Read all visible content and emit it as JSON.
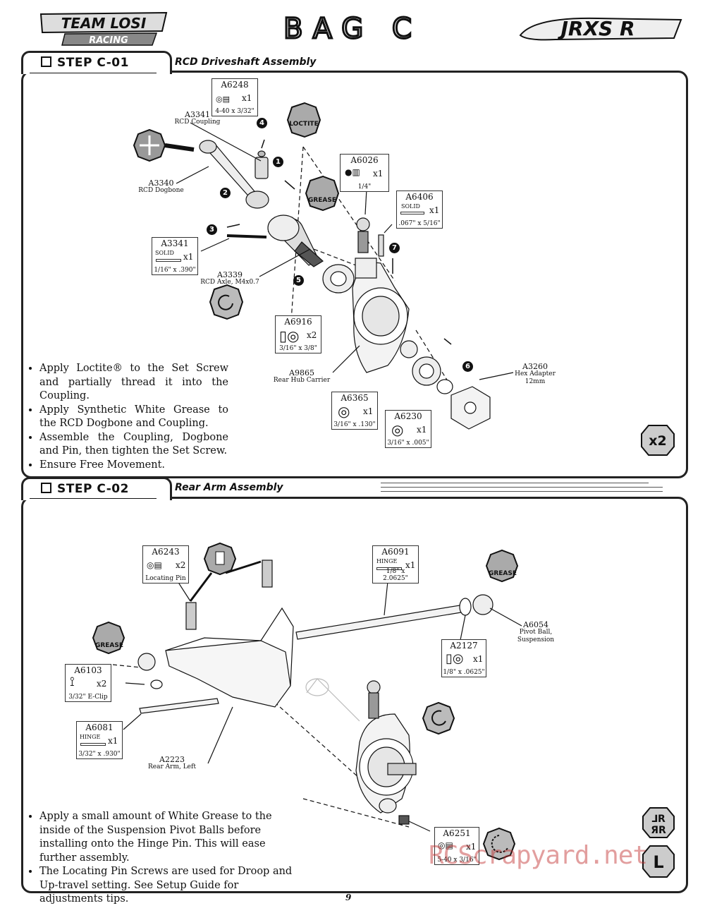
{
  "header": {
    "brand_top": "TEAM LOSI",
    "brand_bottom": "RACING",
    "bag_title": "BAG C",
    "model_logo": "JRXS R"
  },
  "step1": {
    "title": "STEP C-01",
    "subtitle": "RCD Driveshaft Assembly",
    "parts": [
      {
        "pn": "A6248",
        "qty": "x1",
        "size": "4-40 x 3/32\""
      },
      {
        "pn": "A6026",
        "qty": "x1",
        "size": "1/4\""
      },
      {
        "pn": "A6406",
        "tag": "SOLID",
        "qty": "x1",
        "size": ".067\" x 5/16\""
      },
      {
        "pn": "A3341",
        "tag": "SOLID",
        "qty": "x1",
        "size": "1/16\" x .390\""
      },
      {
        "pn": "A6916",
        "qty": "x2",
        "size": "3/16\" x 3/8\""
      },
      {
        "pn": "A6365",
        "qty": "x1",
        "size": "3/16\" x .130\""
      },
      {
        "pn": "A6230",
        "qty": "x1",
        "size": "3/16\" x .005\""
      }
    ],
    "labels": {
      "coupling_pn": "A3341",
      "coupling_name": "RCD Coupling",
      "dogbone_pn": "A3340",
      "dogbone_name": "RCD Dogbone",
      "axle_pn": "A3339",
      "axle_name": "RCD Axle, M4x0.7",
      "carrier_pn": "A9865",
      "carrier_name": "Rear Hub Carrier",
      "hex_pn": "A3260",
      "hex_name": "Hex Adapter",
      "hex_size": "12mm"
    },
    "badges": {
      "loctite": "LOCTITE",
      "grease": "GREASE"
    },
    "numbers": [
      "1",
      "2",
      "3",
      "4",
      "5",
      "6",
      "7"
    ],
    "notes": [
      "Apply Loctite® to the Set Screw and partially thread it into the Coupling.",
      "Apply Synthetic White Grease to the RCD Dogbone and Coupling.",
      "Assemble the Coupling, Dogbone and Pin, then tighten the Set Screw.",
      "Ensure Free Movement."
    ],
    "multiplier": "x2"
  },
  "step2": {
    "title": "STEP C-02",
    "subtitle": "Rear Arm Assembly",
    "parts": [
      {
        "pn": "A6243",
        "qty": "x2",
        "size": "Locating Pin"
      },
      {
        "pn": "A6091",
        "tag": "HINGE",
        "qty": "x1",
        "size": "1/8\" x 2.0625\""
      },
      {
        "pn": "A2127",
        "qty": "x1",
        "size": "1/8\" x .0625\""
      },
      {
        "pn": "A6103",
        "qty": "x2",
        "size": "3/32\" E-Clip"
      },
      {
        "pn": "A6081",
        "tag": "HINGE",
        "qty": "x1",
        "size": "3/32\" x .930\""
      },
      {
        "pn": "A6251",
        "qty": "x1",
        "size": "5-40 x 3/16\""
      }
    ],
    "labels": {
      "pivot_pn": "A6054",
      "pivot_name1": "Pivot Ball,",
      "pivot_name2": "Suspension",
      "arm_pn": "A2223",
      "arm_name": "Rear Arm, Left"
    },
    "badges": {
      "grease": "GREASE"
    },
    "notes": [
      "Apply a small amount of White Grease to the inside of the Suspension Pivot Balls before installing onto the Hinge Pin. This will ease further assembly.",
      "The Locating Pin Screws are used for Droop and Up-travel setting. See Setup Guide for adjustments tips."
    ],
    "side_badge": "L"
  },
  "page_number": "9",
  "watermark": "RCScrapyard.net"
}
